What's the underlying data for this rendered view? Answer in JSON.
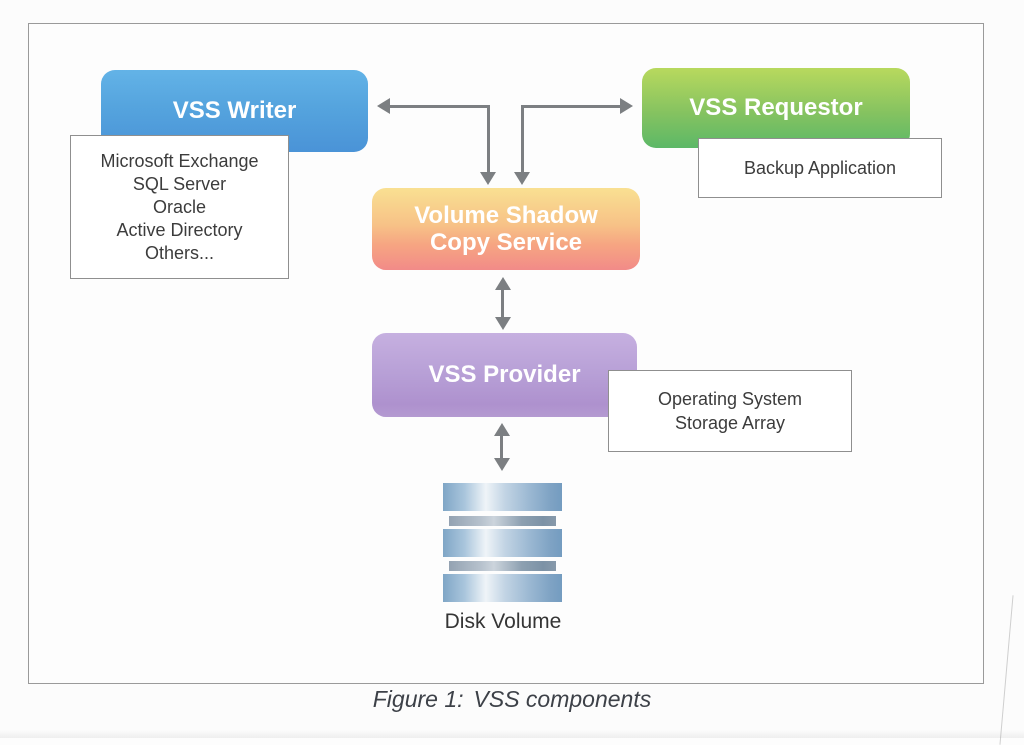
{
  "figure": {
    "caption_label": "Figure 1:",
    "caption_text": "VSS components"
  },
  "nodes": {
    "writer": {
      "title": "VSS Writer",
      "items": [
        "Microsoft Exchange",
        "SQL Server",
        "Oracle",
        "Active Directory",
        "Others..."
      ]
    },
    "requestor": {
      "title": "VSS Requestor",
      "note": "Backup Application"
    },
    "vscs": {
      "title_lines": [
        "Volume Shadow",
        "Copy Service"
      ]
    },
    "provider": {
      "title": "VSS Provider",
      "note_lines": [
        "Operating System",
        "Storage Array"
      ]
    },
    "disk": {
      "label": "Disk Volume"
    }
  },
  "colors": {
    "writer_gradient_top": "#63b3e7",
    "writer_gradient_bottom": "#4a93d7",
    "requestor_gradient_top": "#b8d95e",
    "requestor_gradient_bottom": "#5cb867",
    "vscs_gradient_top": "#f9e092",
    "vscs_gradient_mid": "#f6a482",
    "vscs_gradient_bottom": "#f28b88",
    "provider_gradient_top": "#c6b0e0",
    "provider_gradient_bottom": "#ae91ce",
    "arrow_gray": "#7c7f82",
    "note_border_gray": "#8f8f8f",
    "disk_steel_blue": "#7fa3c4",
    "frame_border_gray": "#9a9a9a"
  }
}
